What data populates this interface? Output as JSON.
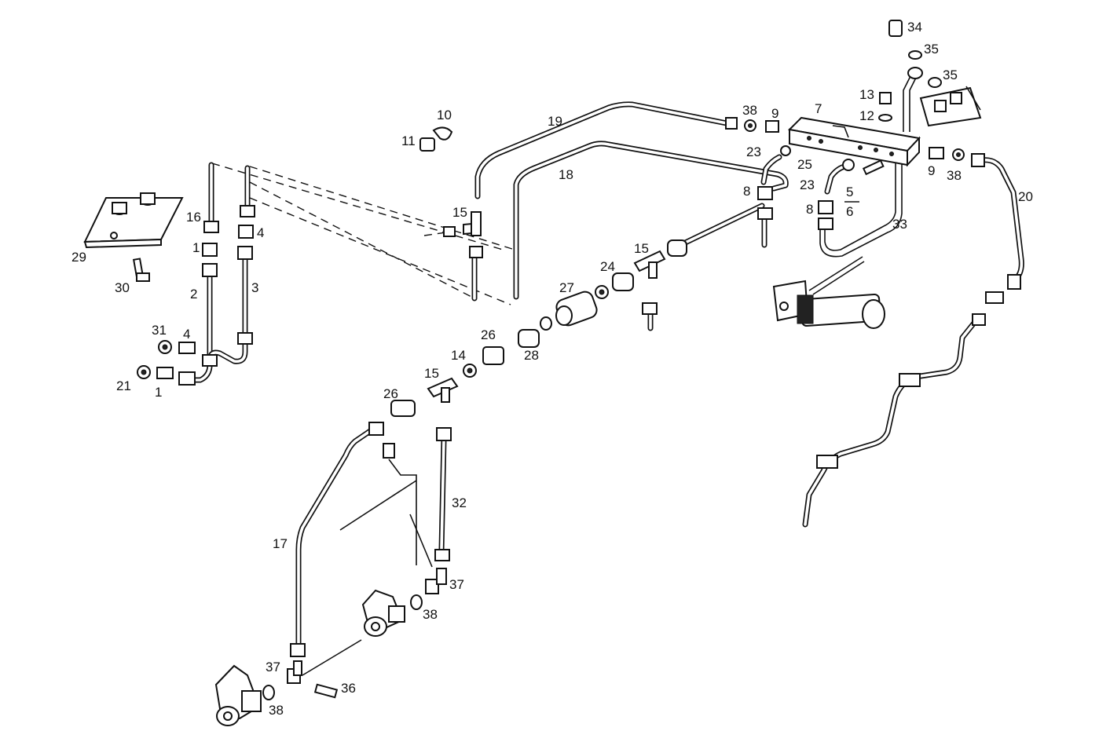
{
  "diagram": {
    "callouts": [
      {
        "id": "c34",
        "text": "34"
      },
      {
        "id": "c35a",
        "text": "35"
      },
      {
        "id": "c35b",
        "text": "35"
      },
      {
        "id": "c13",
        "text": "13"
      },
      {
        "id": "c12",
        "text": "12"
      },
      {
        "id": "c7",
        "text": "7"
      },
      {
        "id": "c38a",
        "text": "38"
      },
      {
        "id": "c9a",
        "text": "9"
      },
      {
        "id": "c10",
        "text": "10"
      },
      {
        "id": "c11",
        "text": "11"
      },
      {
        "id": "c19",
        "text": "19"
      },
      {
        "id": "c18",
        "text": "18"
      },
      {
        "id": "c23a",
        "text": "23"
      },
      {
        "id": "c25",
        "text": "25"
      },
      {
        "id": "c23b",
        "text": "23"
      },
      {
        "id": "c9b",
        "text": "9"
      },
      {
        "id": "c38b",
        "text": "38"
      },
      {
        "id": "c20",
        "text": "20"
      },
      {
        "id": "c8a",
        "text": "8"
      },
      {
        "id": "c5",
        "text": "5"
      },
      {
        "id": "c6",
        "text": "6"
      },
      {
        "id": "c8b",
        "text": "8"
      },
      {
        "id": "c33",
        "text": "33"
      },
      {
        "id": "c16",
        "text": "16"
      },
      {
        "id": "c4a",
        "text": "4"
      },
      {
        "id": "c29",
        "text": "29"
      },
      {
        "id": "c1a",
        "text": "1"
      },
      {
        "id": "c15a",
        "text": "15"
      },
      {
        "id": "c2",
        "text": "2"
      },
      {
        "id": "c3",
        "text": "3"
      },
      {
        "id": "c30",
        "text": "30"
      },
      {
        "id": "c15b",
        "text": "15"
      },
      {
        "id": "c24",
        "text": "24"
      },
      {
        "id": "c27",
        "text": "27"
      },
      {
        "id": "c31",
        "text": "31"
      },
      {
        "id": "c4b",
        "text": "4"
      },
      {
        "id": "c26a",
        "text": "26"
      },
      {
        "id": "c14",
        "text": "14"
      },
      {
        "id": "c28",
        "text": "28"
      },
      {
        "id": "c21",
        "text": "21"
      },
      {
        "id": "c1b",
        "text": "1"
      },
      {
        "id": "c15c",
        "text": "15"
      },
      {
        "id": "c26b",
        "text": "26"
      },
      {
        "id": "c32",
        "text": "32"
      },
      {
        "id": "c17",
        "text": "17"
      },
      {
        "id": "c37a",
        "text": "37"
      },
      {
        "id": "c38c",
        "text": "38"
      },
      {
        "id": "c37b",
        "text": "37"
      },
      {
        "id": "c36",
        "text": "36"
      },
      {
        "id": "c38d",
        "text": "38"
      }
    ]
  }
}
